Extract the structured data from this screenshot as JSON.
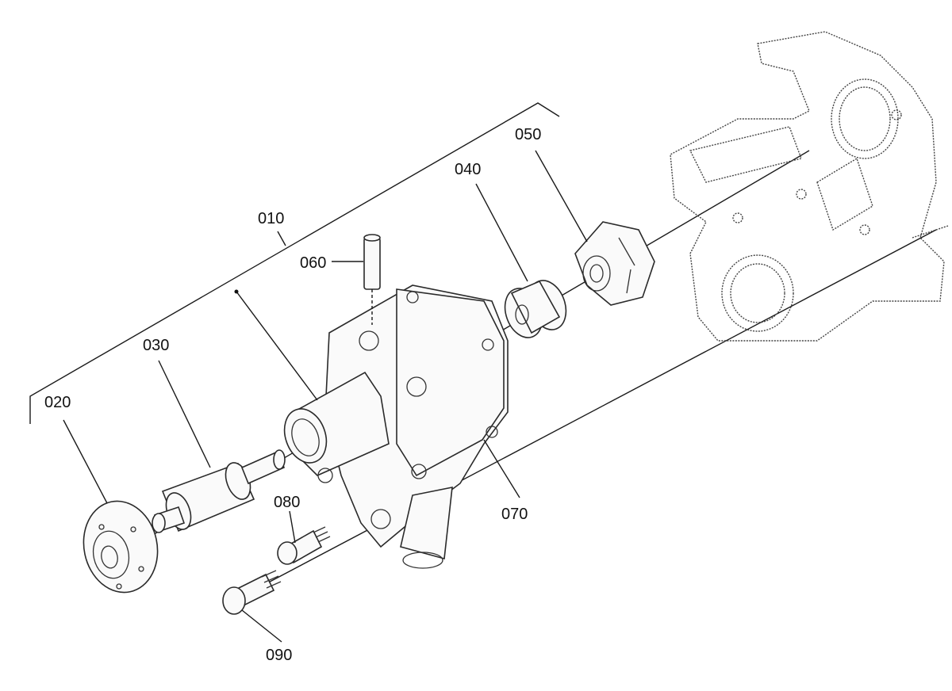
{
  "callouts": [
    {
      "id": "010",
      "text": "010"
    },
    {
      "id": "020",
      "text": "020"
    },
    {
      "id": "030",
      "text": "030"
    },
    {
      "id": "040",
      "text": "040"
    },
    {
      "id": "050",
      "text": "050"
    },
    {
      "id": "060",
      "text": "060"
    },
    {
      "id": "070",
      "text": "070"
    },
    {
      "id": "080",
      "text": "080"
    },
    {
      "id": "090",
      "text": "090"
    }
  ]
}
